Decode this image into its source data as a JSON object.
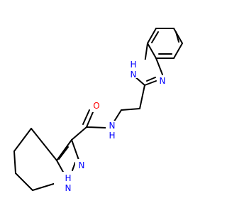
{
  "molecule": {
    "atoms": {
      "benzimidazole_nh": "H\nN",
      "benzimidazole_n": "N",
      "amide_nh": "N\nH",
      "carbonyl_o": "O",
      "pyrazole_n": "N",
      "pyrazole_nh": "H\nN"
    },
    "colors": {
      "bond": "#000000",
      "nitrogen": "#0000ff",
      "oxygen": "#ff0000"
    }
  }
}
